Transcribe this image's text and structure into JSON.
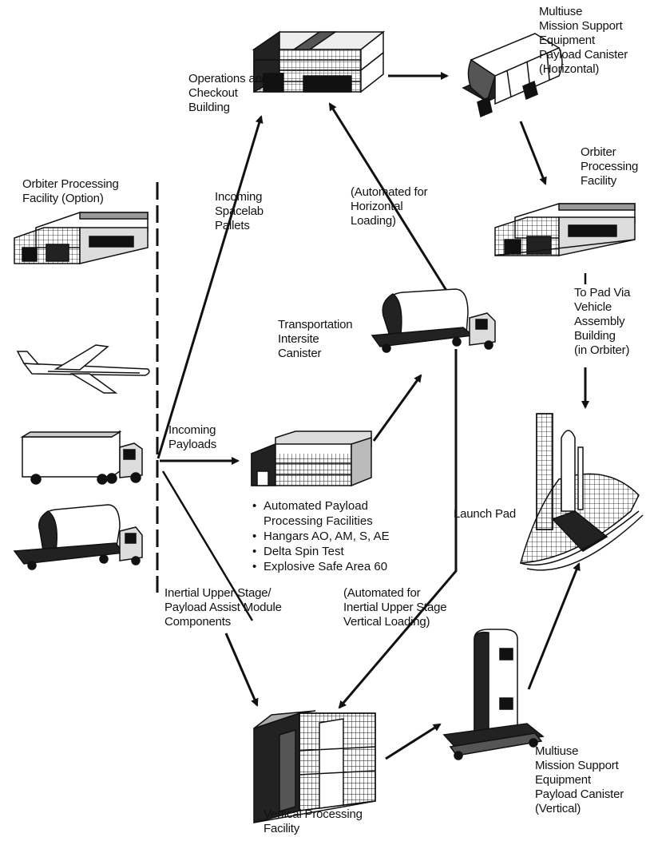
{
  "nodes": {
    "operations_checkout": "Operations and\nCheckout\nBuilding",
    "canister_horizontal": "Multiuse\nMission Support\nEquipment\nPayload Canister\n(Horizontal)",
    "orbiter_processing": "Orbiter\nProcessing\nFacility",
    "orbiter_processing_option": "Orbiter Processing\nFacility (Option)",
    "transportation_canister": "Transportation\nIntersite\nCanister",
    "launch_pad": "Launch Pad",
    "vertical_processing": "Vertical Processing\nFacility",
    "canister_vertical": "Multiuse\nMission Support\nEquipment\nPayload Canister\n(Vertical)"
  },
  "flow_labels": {
    "incoming_spacelab": "Incoming\nSpacelab\nPallets",
    "automated_horizontal": "(Automated for\nHorizontal\nLoading)",
    "to_pad": "To Pad Via\nVehicle\nAssembly\nBuilding\n(in Orbiter)",
    "incoming_payloads": "Incoming\nPayloads",
    "ius_components": "Inertial Upper Stage/\nPayload Assist Module\nComponents",
    "automated_vertical": "(Automated for\nInertial Upper Stage\nVertical Loading)"
  },
  "facilities_list": [
    "Automated Payload\nProcessing Facilities",
    "Hangars AO, AM, S, AE",
    "Delta Spin Test",
    "Explosive Safe Area 60"
  ],
  "icons": [
    "operations-building-icon",
    "canister-horizontal-icon",
    "orbiter-facility-icon",
    "orbiter-facility-option-icon",
    "cargo-aircraft-icon",
    "semi-truck-icon",
    "canister-truck-icon",
    "transport-canister-truck-icon",
    "payload-hangar-icon",
    "launch-pad-icon",
    "vertical-facility-icon",
    "canister-vertical-icon"
  ]
}
